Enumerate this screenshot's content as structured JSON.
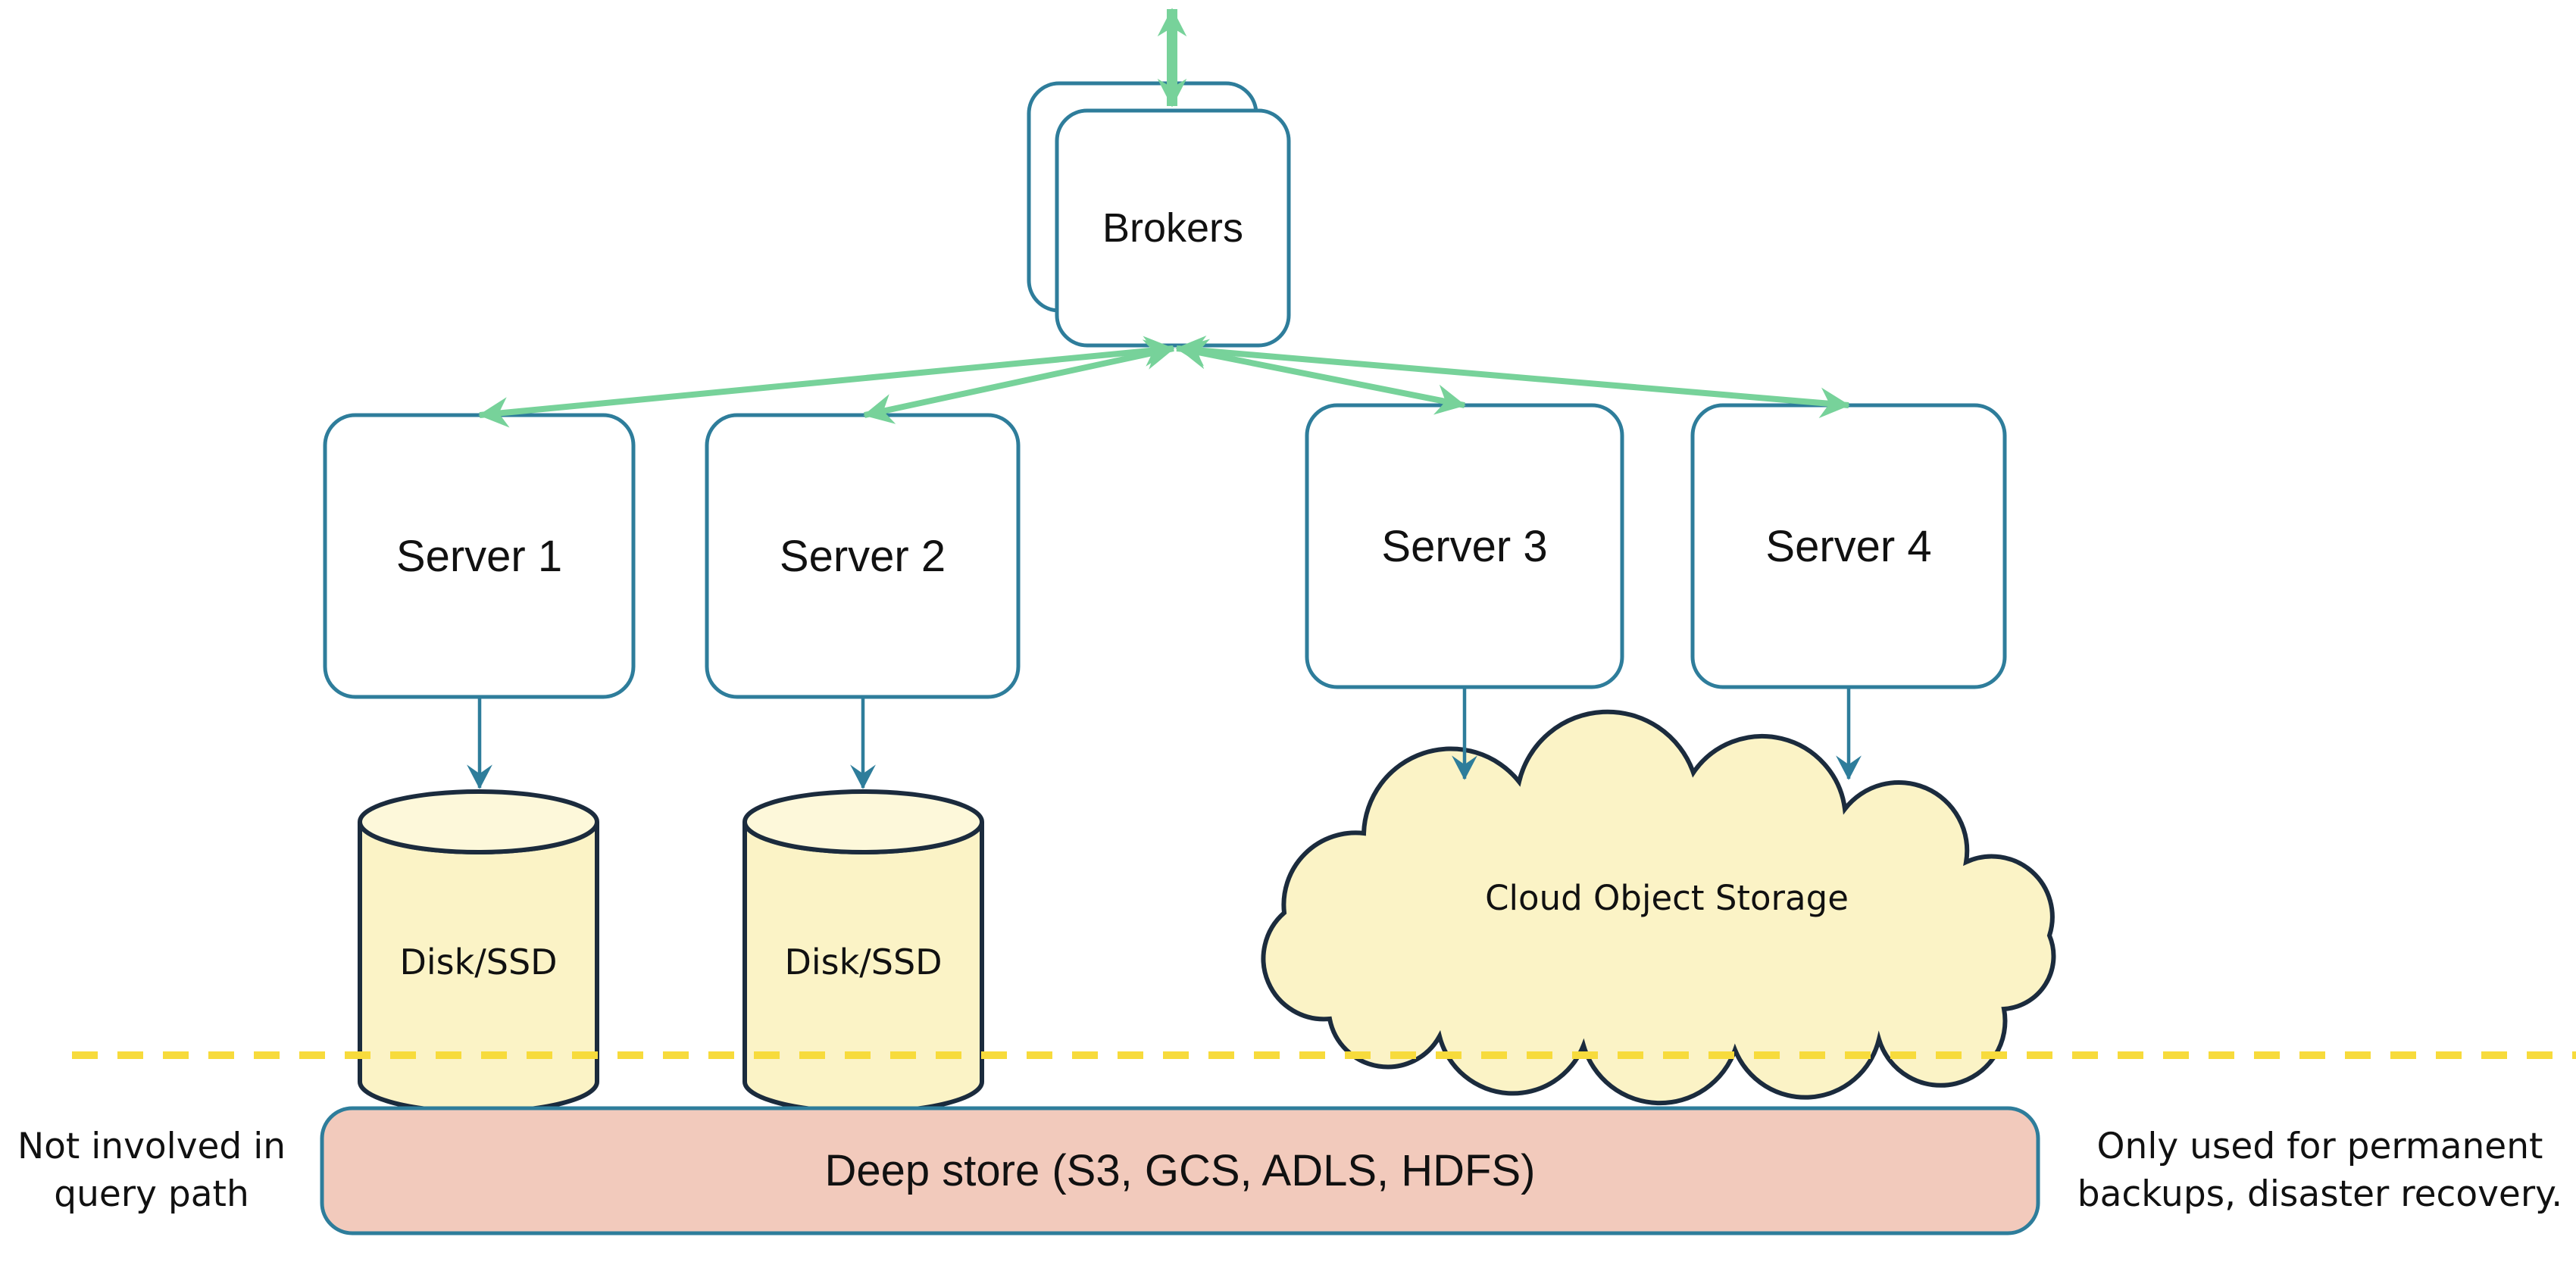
{
  "brokers": {
    "label": "Brokers"
  },
  "servers": [
    {
      "label": "Server 1"
    },
    {
      "label": "Server 2"
    },
    {
      "label": "Server 3"
    },
    {
      "label": "Server 4"
    }
  ],
  "disks": [
    {
      "label": "Disk/SSD"
    },
    {
      "label": "Disk/SSD"
    }
  ],
  "cloud": {
    "label": "Cloud Object Storage"
  },
  "deep_store": {
    "label": "Deep store (S3, GCS, ADLS, HDFS)"
  },
  "notes": {
    "left": [
      "Not involved in",
      "query path"
    ],
    "right": [
      "Only used for permanent",
      "backups, disaster recovery."
    ]
  },
  "colors": {
    "box_border_teal": "#2e7d9b",
    "arrow_green": "#77d29a",
    "storage_fill": "#fbf3c6",
    "storage_fill_light": "#fdf8da",
    "storage_stroke": "#1b2b3d",
    "deep_store_fill": "#f2cabc",
    "divider_yellow": "#f7db3c",
    "text": "#111111",
    "background": "#ffffff"
  }
}
